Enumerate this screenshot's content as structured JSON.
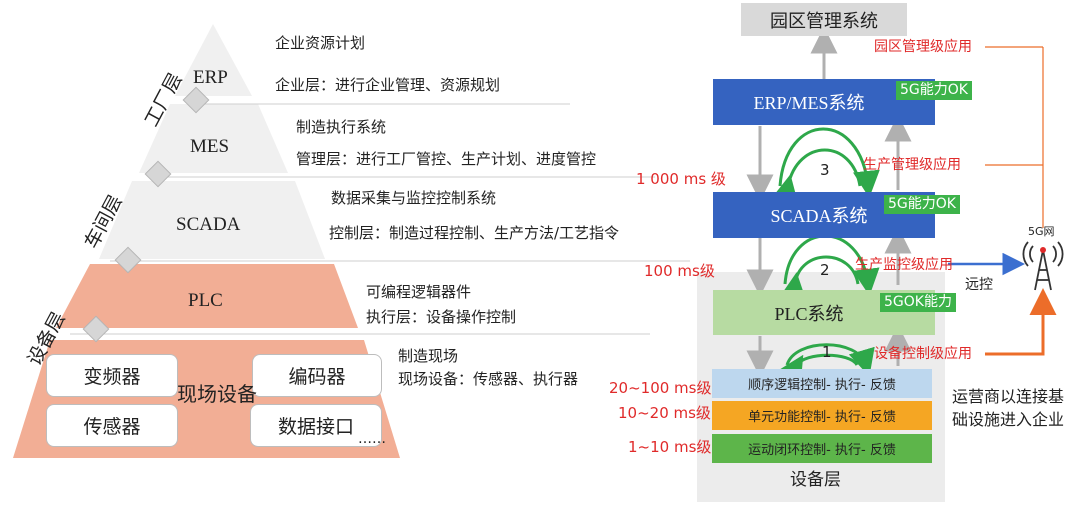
{
  "pyramid": {
    "layer_labels": {
      "factory": "工厂层",
      "workshop": "车间层",
      "device": "设备层"
    },
    "levels": [
      {
        "name": "ERP",
        "desc1": "企业资源计划",
        "desc2": "企业层：进行企业管理、资源规划"
      },
      {
        "name": "MES",
        "desc1": "制造执行系统",
        "desc2": "管理层：进行工厂管控、生产计划、进度管控"
      },
      {
        "name": "SCADA",
        "desc1": "数据采集与监控控制系统",
        "desc2": "控制层：制造过程控制、生产方法/工艺指令"
      },
      {
        "name": "PLC",
        "desc1": "可编程逻辑器件",
        "desc2": "执行层：设备操作控制"
      }
    ],
    "field": {
      "title": "现场设备",
      "items": [
        "变频器",
        "编码器",
        "传感器",
        "数据接口"
      ],
      "more": "……",
      "desc1": "制造现场",
      "desc2": "现场设备：传感器、执行器"
    }
  },
  "architecture": {
    "park_system": "园区管理系统",
    "erp_mes": "ERP/MES系统",
    "scada": "SCADA系统",
    "plc": "PLC系统",
    "badge_5g_ok": "5G能力OK",
    "badge_plc": "5GOK能力",
    "loop_numbers": [
      "3",
      "2",
      "1"
    ],
    "latency": {
      "l1000": "1 000 ms 级",
      "l100": "100 ms级",
      "l20_100": "20~100 ms级",
      "l10_20": "10~20 ms级",
      "l1_10": "1~10 ms级"
    },
    "controls": [
      "顺序逻辑控制- 执行- 反馈",
      "单元功能控制- 执行- 反馈",
      "运动闭环控制- 执行- 反馈"
    ],
    "device_layer": "设备层",
    "apps": {
      "park": "园区管理级应用",
      "production": "生产管理级应用",
      "monitor": "生产监控级应用",
      "device": "设备控制级应用"
    },
    "remote": "远控",
    "tower_label": "5G网",
    "operator_note_1": "运营商以连接基",
    "operator_note_2": "础设施进入企业"
  },
  "colors": {
    "pyramid_gray": "#f0f0f0",
    "pyramid_orange": "#f2ae95",
    "blue_box": "#3563c0",
    "plc_green": "#b7dba2",
    "badge_green": "#3db34a",
    "ctl_blue": "#bdd7ee",
    "ctl_orange": "#f5a623",
    "ctl_green": "#5db54a",
    "arrow_green": "#2ea84a",
    "red": "#e02a2a",
    "orange_line": "#ec6d2a"
  }
}
